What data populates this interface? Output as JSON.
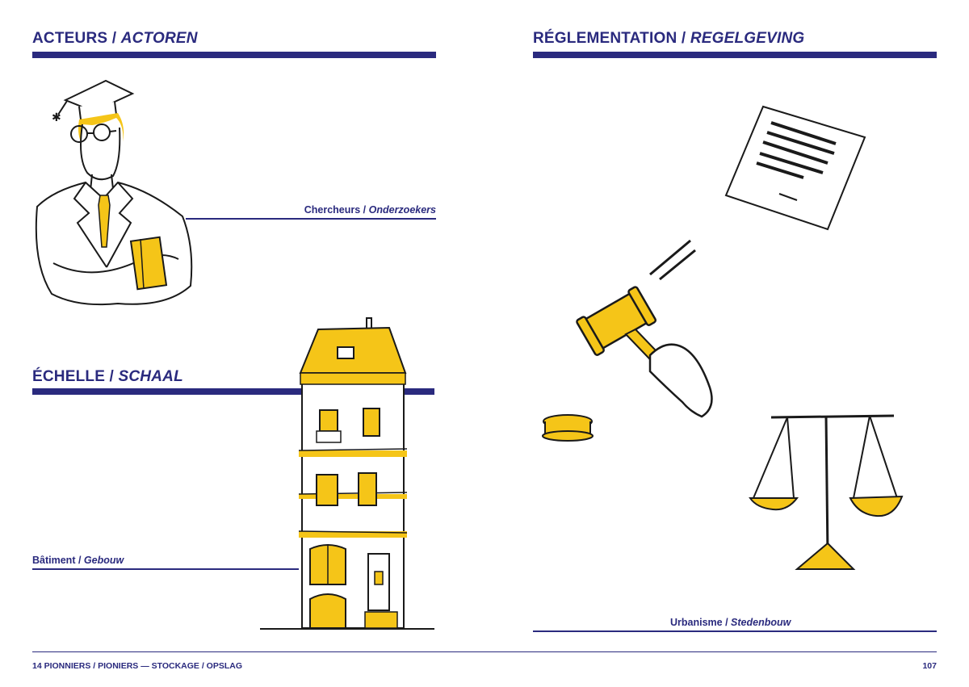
{
  "left_page": {
    "section_actors": {
      "fr": "ACTEURS",
      "sep": " / ",
      "nl": "ACTOREN"
    },
    "label_researchers": {
      "fr": "Chercheurs",
      "sep": " / ",
      "nl": "Onderzoekers"
    },
    "section_scale": {
      "fr": "ÉCHELLE",
      "sep": " / ",
      "nl": "SCHAAL"
    },
    "label_building": {
      "fr": "Bâtiment",
      "sep": " / ",
      "nl": "Gebouw"
    }
  },
  "right_page": {
    "section_regulation": {
      "fr": "RÉGLEMENTATION",
      "sep": " / ",
      "nl": "REGELGEVING"
    },
    "label_urbanism": {
      "fr": "Urbanisme",
      "sep": " / ",
      "nl": "Stedenbouw"
    }
  },
  "footer": {
    "left": "14 PIONNIERS / PIONIERS — STOCKAGE / OPSLAG",
    "right": "107"
  },
  "colors": {
    "accent_navy": "#2a2a7e",
    "illustration_yellow": "#f5c518",
    "ink": "#1a1a1a"
  },
  "icons": [
    "researcher-illustration",
    "building-illustration",
    "document-icon",
    "gavel-icon",
    "scales-icon"
  ]
}
